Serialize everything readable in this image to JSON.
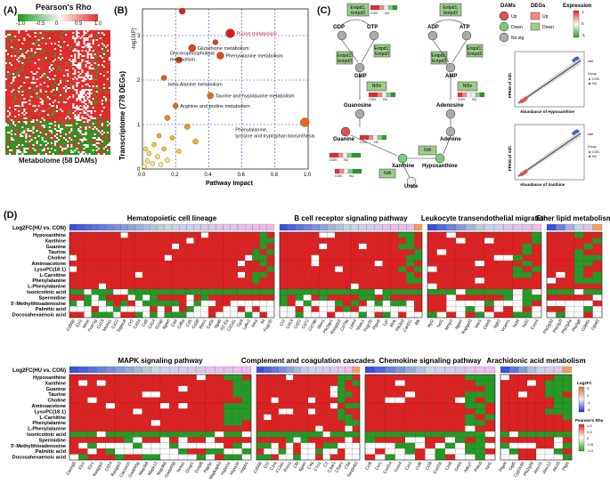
{
  "panelA": {
    "label": "(A)",
    "title": "Pearson's Rho",
    "ticks": [
      "-1.0",
      "-0.5",
      "0",
      "0.5",
      "1.0"
    ],
    "xlabel": "Metabolome (58 DAMs)"
  },
  "panelB": {
    "label": "(B)",
    "chart_data": {
      "type": "scatter",
      "xlabel": "Pathway Impact",
      "ylabel": "-log10(P)",
      "ylabel_outer": "Transcriptome (778 DEGs)",
      "xlim": [
        0,
        1.0
      ],
      "ylim": [
        0,
        3.6
      ],
      "xticks": [
        "0.0",
        "0.2",
        "0.4",
        "0.6",
        "0.8",
        "1.0"
      ],
      "yticks": [
        "0",
        "1",
        "2",
        "3"
      ],
      "points": [
        {
          "x": 0.24,
          "y": 3.55,
          "r": 3.5,
          "color": "#e02020",
          "label": ""
        },
        {
          "x": 0.53,
          "y": 3.05,
          "r": 5,
          "color": "#d62020",
          "label": "Purine metabolism",
          "labelColor": "#d0204a"
        },
        {
          "x": 0.44,
          "y": 2.85,
          "r": 3,
          "color": "#e03a20",
          "label": ""
        },
        {
          "x": 0.3,
          "y": 2.72,
          "r": 4,
          "color": "#e04020",
          "label": "Glutathione metabolism"
        },
        {
          "x": 0.47,
          "y": 2.55,
          "r": 4,
          "color": "#e04a20",
          "label": "Phenylalanine metabolism"
        },
        {
          "x": 0.22,
          "y": 2.45,
          "r": 3.5,
          "color": "#e05020",
          "label": "Glycerophospholipid metabolism"
        },
        {
          "x": 0.13,
          "y": 2.05,
          "r": 3,
          "color": "#e06020",
          "label": "beta-Alanine metabolism"
        },
        {
          "x": 0.41,
          "y": 1.65,
          "r": 3.5,
          "color": "#e06a20",
          "label": "Taurine and hypotaurine metabolism"
        },
        {
          "x": 0.2,
          "y": 1.42,
          "r": 3,
          "color": "#e07020",
          "label": "Arginine and proline metabolism"
        },
        {
          "x": 0.98,
          "y": 1.05,
          "r": 5,
          "color": "#e06a1a",
          "label": "Phenylalanine, tyrosine and tryptophan biosynthesis"
        },
        {
          "x": 0.15,
          "y": 1.15,
          "r": 3,
          "color": "#e88a20",
          "label": ""
        },
        {
          "x": 0.27,
          "y": 0.95,
          "r": 3,
          "color": "#e89a20",
          "label": ""
        },
        {
          "x": 0.1,
          "y": 0.75,
          "r": 2.5,
          "color": "#eeb020",
          "label": ""
        },
        {
          "x": 0.18,
          "y": 0.7,
          "r": 2.5,
          "color": "#eeb020",
          "label": ""
        },
        {
          "x": 0.32,
          "y": 0.62,
          "r": 3,
          "color": "#eeb82a",
          "label": ""
        },
        {
          "x": 0.07,
          "y": 0.55,
          "r": 2.5,
          "color": "#f2c830",
          "label": ""
        },
        {
          "x": 0.13,
          "y": 0.45,
          "r": 2.5,
          "color": "#f2c830",
          "label": ""
        },
        {
          "x": 0.22,
          "y": 0.4,
          "r": 2.5,
          "color": "#f2d040",
          "label": ""
        },
        {
          "x": 0.04,
          "y": 0.35,
          "r": 2.5,
          "color": "#f5dc50",
          "label": ""
        },
        {
          "x": 0.09,
          "y": 0.28,
          "r": 2.5,
          "color": "#f5e060",
          "label": ""
        },
        {
          "x": 0.03,
          "y": 0.18,
          "r": 2.5,
          "color": "#f7e870",
          "label": ""
        },
        {
          "x": 0.06,
          "y": 0.12,
          "r": 2.5,
          "color": "#f7ea80",
          "label": ""
        },
        {
          "x": 0.11,
          "y": 0.1,
          "r": 2.5,
          "color": "#f8ee90",
          "label": ""
        },
        {
          "x": 0.01,
          "y": 0.06,
          "r": 2.5,
          "color": "#faf2a0",
          "label": ""
        },
        {
          "x": 0.15,
          "y": 0.2,
          "r": 2.5,
          "color": "#f7e870",
          "label": ""
        },
        {
          "x": 0.02,
          "y": 0.45,
          "r": 2.5,
          "color": "#f5dc50",
          "label": ""
        }
      ]
    }
  },
  "panelC": {
    "label": "(C)",
    "legend": {
      "dams_title": "DAMs",
      "degs_title": "DEGs",
      "expr_title": "Expression",
      "up": "Up",
      "down": "Down",
      "nosig": "No.sig",
      "deg_up": "Up",
      "deg_down": "Down",
      "expr_ticks": [
        "1",
        "0",
        "-1"
      ]
    },
    "nodes": {
      "gdp": "GDP",
      "gtp": "GTP",
      "gmp": "GMP",
      "guanosine": "Guanosine",
      "guanine": "Guanine",
      "adp": "ADP",
      "atp": "ATP",
      "amp": "AMP",
      "adenosine": "Adenosine",
      "adenine": "Adenine",
      "hypoxanthine": "Hypoxanthine",
      "xanthine": "Xanthine",
      "urate": "Urate"
    },
    "enzymes": {
      "entpd_top_left": "Entpd1;\nEntpd3",
      "entpd_top_right": "Entpd1;\nEntpd3",
      "entpd_mid_left": "Entpd1;\nEntpd3",
      "entpd_mid_right": "Entpd1;\nEntpd3",
      "nt5e_left": "Nt5e",
      "nt5e_right": "Nt5e",
      "xdh_mid": "Xdh",
      "xdh_bottom": "Xdh"
    },
    "group_labels": {
      "con": "CON",
      "hu": "HU"
    },
    "scatter1": {
      "ylabel": "FPKM of Xdh",
      "xlabel": "Abundance of Hypoxanthine",
      "legend_size": "size",
      "legend_group": "Group",
      "legend_con": "CON",
      "legend_hu": "HU"
    },
    "scatter2": {
      "ylabel": "FPKM of Xdh",
      "xlabel": "Abundance of Xanthine",
      "legend_size": "size",
      "legend_group": "Group",
      "legend_con": "CON",
      "legend_hu": "HU"
    }
  },
  "panelD": {
    "label": "(D)",
    "row_header": "Log2FC(HU vs. CON)",
    "metabolites": [
      "Hypoxanthine",
      "Xanthine",
      "Guanine",
      "Taurine",
      "Choline",
      "Aminoacetone",
      "LysoPC(18:1)",
      "L-Carnitine",
      "Phenylalanine",
      "L-Phenylalanine",
      "Isonicotinic acid",
      "Spermidine",
      "5'-Methylthioadenosine",
      "Palmitic acid",
      "Docosahexaenoic acid"
    ],
    "top_blocks": [
      {
        "title": "Hematopoietic cell lineage",
        "genes": [
          "Cd55b",
          "Il1r2",
          "Mme",
          "Fcer1g",
          "Cd19",
          "Ms4a1",
          "Cd22",
          "Siglec6",
          "Cr2",
          "Cd24",
          "Cd9",
          "Cd14",
          "Il1rap",
          "Itgam",
          "Cd4",
          "Cd8a",
          "Cd5",
          "Cd38",
          "Ifitm1",
          "Csf3r",
          "Itga6",
          "H2-Ea",
          "Cd1d1",
          "Gp9",
          "Ly6c2",
          "Il4ra",
          "Il4",
          "Fcgr2b"
        ]
      },
      {
        "title": "B cell receptor signaling pathway",
        "genes": [
          "Cr2",
          "Cd19",
          "Cd22",
          "Cd72",
          "Cd79b",
          "Ifitm1",
          "Pik3ap1",
          "Rasgrp3",
          "Cd79a",
          "Lilrb4",
          "Nfatc1",
          "Fcgr2b",
          "Ptpn6",
          "Lyn",
          "Blnk",
          "Pik3cd",
          "Card11",
          "Blk"
        ]
      },
      {
        "title": "Leukocyte transendothelial migration",
        "genes": [
          "Myl2",
          "Ncf1",
          "Mmp2",
          "Itgam",
          "Rapgef3",
          "Vav1",
          "Cldn5",
          "Itgb2",
          "Vcam1",
          "Ncf4",
          "Ncf2",
          "Cxcr4"
        ]
      },
      {
        "title": "Ether lipid metabolism",
        "genes": [
          "Pla2g2d",
          "Pla2g2f",
          "Pla2g4a",
          "Pla2g6",
          "Gdpd1",
          "Gpat3"
        ]
      }
    ],
    "bottom_blocks": [
      {
        "title": "MAPK signaling pathway",
        "genes": [
          "Cacng6",
          "Il1r2",
          "Il1r1",
          "Rasgrp2",
          "Cd14",
          "Rasgrp3",
          "Cacna1h",
          "Gadd45g",
          "Map3k8",
          "Mapk13",
          "Map3k6",
          "Gadd45b",
          "Nr4a1",
          "Dusp1",
          "Dusp6",
          "Ppp5c",
          "Mapkapk3",
          "Hspa1a",
          "Hspa1b",
          "Hspb1"
        ]
      },
      {
        "title": "Complement and coagulation cascades",
        "genes": [
          "Cd55b",
          "Cr2",
          "C1ra",
          "F13a1",
          "Pros1",
          "Cfd",
          "Itgam",
          "C4a",
          "C1s1",
          "C2",
          "C3ar1",
          "C5ar1",
          "C8a",
          "Serpinb2"
        ]
      },
      {
        "title": "Chemokine signaling pathway",
        "genes": [
          "Ccl8",
          "Ccr1",
          "Cxcl14",
          "Cxcr4",
          "Ccr2",
          "Ccl6",
          "Ccl9",
          "Cxcl16",
          "Ccr6",
          "Gnb3",
          "Adcy7",
          "Prkcd",
          "Ncf1"
        ]
      },
      {
        "title": "Arachidonic acid metabolism",
        "genes": [
          "Ptgds",
          "Ggt5",
          "Cyp2c55",
          "Pla2g2d",
          "Alox15",
          "Alox12",
          "Alox5",
          "Ptgis"
        ]
      }
    ],
    "legend_log2fc": "Log2FC",
    "legend_log2fc_ticks": [
      "3",
      "1",
      "-1",
      "-3"
    ],
    "legend_rho": "Pearson's Rho",
    "legend_rho_ticks": [
      "1.0",
      "0.5",
      "0",
      "-0.5",
      "-1.0"
    ]
  }
}
